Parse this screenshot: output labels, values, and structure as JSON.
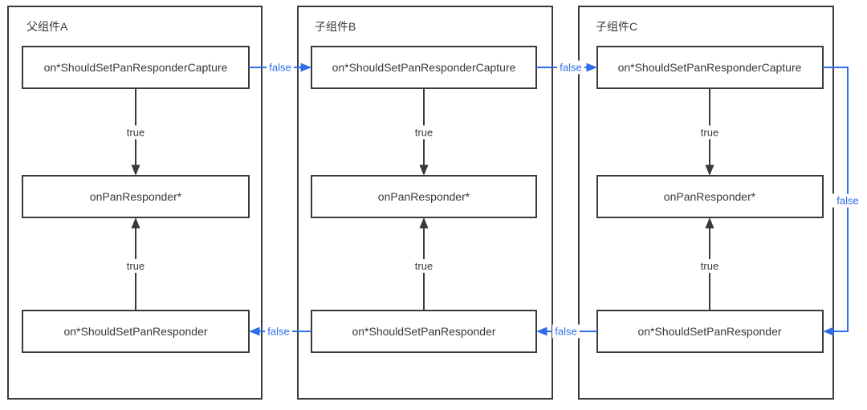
{
  "diagram_type": "pan-responder-event-flow",
  "colors": {
    "line": "#3a3a3a",
    "text": "#383838",
    "accent_blue": "#2e6de9",
    "background": "#ffffff"
  },
  "containers": [
    {
      "id": "A",
      "title": "父组件A",
      "boxes": [
        "on*ShouldSetPanResponderCapture",
        "onPanResponder*",
        "on*ShouldSetPanResponder"
      ]
    },
    {
      "id": "B",
      "title": "子组件B",
      "boxes": [
        "on*ShouldSetPanResponderCapture",
        "onPanResponder*",
        "on*ShouldSetPanResponder"
      ]
    },
    {
      "id": "C",
      "title": "子组件C",
      "boxes": [
        "on*ShouldSetPanResponderCapture",
        "onPanResponder*",
        "on*ShouldSetPanResponder"
      ]
    }
  ],
  "edges": [
    {
      "from": "A.onShouldSetPanResponderCapture",
      "to": "A.onPanResponder",
      "label": "true"
    },
    {
      "from": "A.onShouldSetPanResponder",
      "to": "A.onPanResponder",
      "label": "true"
    },
    {
      "from": "B.onShouldSetPanResponderCapture",
      "to": "B.onPanResponder",
      "label": "true"
    },
    {
      "from": "B.onShouldSetPanResponder",
      "to": "B.onPanResponder",
      "label": "true"
    },
    {
      "from": "C.onShouldSetPanResponderCapture",
      "to": "C.onPanResponder",
      "label": "true"
    },
    {
      "from": "C.onShouldSetPanResponder",
      "to": "C.onPanResponder",
      "label": "true"
    },
    {
      "from": "A.onShouldSetPanResponderCapture",
      "to": "B.onShouldSetPanResponderCapture",
      "label": "false"
    },
    {
      "from": "B.onShouldSetPanResponderCapture",
      "to": "C.onShouldSetPanResponderCapture",
      "label": "false"
    },
    {
      "from": "C.onShouldSetPanResponderCapture",
      "to": "C.onShouldSetPanResponder",
      "label": "false"
    },
    {
      "from": "C.onShouldSetPanResponder",
      "to": "B.onShouldSetPanResponder",
      "label": "false"
    },
    {
      "from": "B.onShouldSetPanResponder",
      "to": "A.onShouldSetPanResponder",
      "label": "false"
    }
  ]
}
